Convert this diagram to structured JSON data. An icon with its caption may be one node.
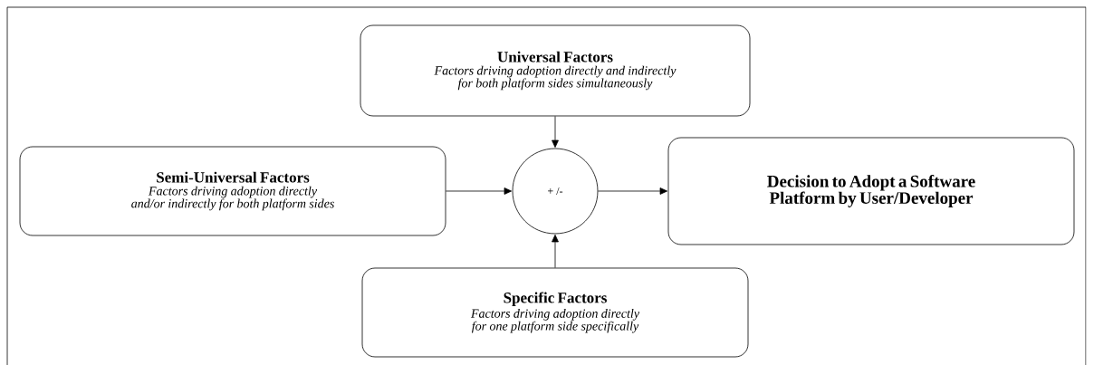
{
  "diagram": {
    "nodes": [
      {
        "text": [
          "Universal Factors",
          "Factors driving adoption directly and indirectly for both platform sides simultaneously"
        ]
      },
      {
        "text": [
          "Semi-Universal Factors",
          "Factors driving adoption directly and/or indirectly for both platform sides"
        ]
      },
      {
        "text": [
          "+ /-"
        ]
      },
      {
        "text": [
          "Decision to Adopt a Software Platform by User/Developer"
        ]
      },
      {
        "text": [
          "Specific Factors",
          "Factors driving adoption directly for one platform side specifically"
        ]
      }
    ],
    "edges": [
      {
        "from": 0,
        "to": 2,
        "arrow": "to"
      },
      {
        "from": 1,
        "to": 2,
        "arrow": "to"
      },
      {
        "from": 2,
        "to": 3,
        "arrow": "to"
      },
      {
        "from": 4,
        "to": 2,
        "arrow": "to"
      }
    ]
  }
}
